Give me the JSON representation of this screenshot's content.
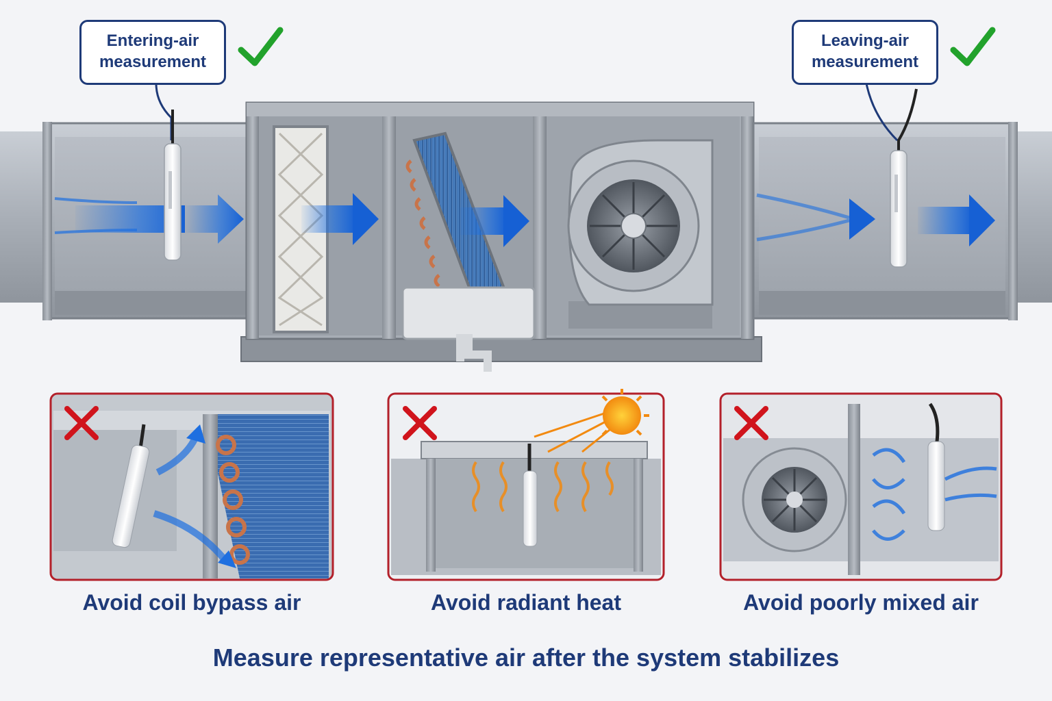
{
  "callouts": {
    "entering": {
      "line1": "Entering-air",
      "line2": "measurement",
      "status": "correct"
    },
    "leaving": {
      "line1": "Leaving-air",
      "line2": "measurement",
      "status": "correct"
    }
  },
  "panels": [
    {
      "caption": "Avoid coil bypass air",
      "status": "incorrect"
    },
    {
      "caption": "Avoid radiant heat",
      "status": "incorrect"
    },
    {
      "caption": "Avoid poorly mixed air",
      "status": "incorrect"
    }
  ],
  "footer": "Measure representative air after the system stabilizes",
  "colors": {
    "accent_navy": "#1e3a78",
    "check_green": "#22a22c",
    "cross_red": "#d0141c",
    "panel_border": "#b3202a",
    "airflow_blue": "#1e6fe0",
    "heat_orange": "#f28a10",
    "copper": "#c8744a",
    "coil_blue": "#2f63a8"
  },
  "icons": [
    "check-icon",
    "cross-icon",
    "sun-icon",
    "airflow-arrow-icon",
    "heat-wave-icon",
    "sensor-probe-icon"
  ]
}
